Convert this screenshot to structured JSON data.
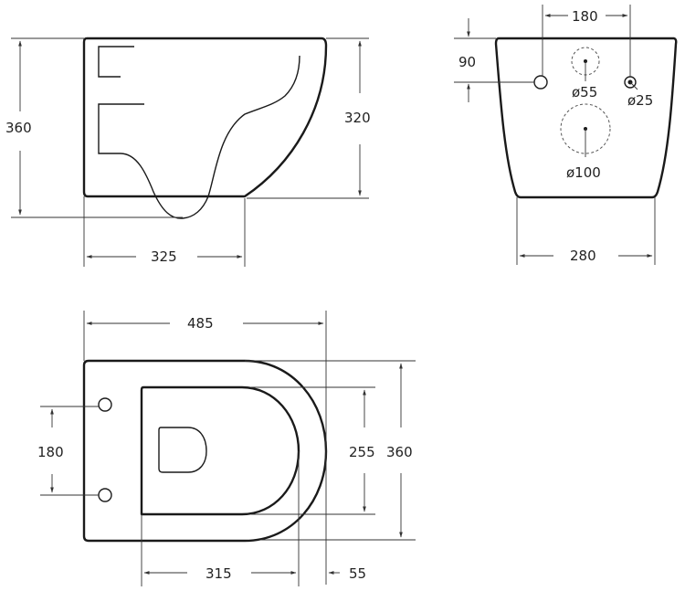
{
  "diagram": {
    "type": "technical-drawing",
    "subject": "wall-hung toilet dimensions",
    "units": "mm",
    "colors": {
      "line": "#1a1a1a",
      "dimension": "#333333",
      "background": "#ffffff"
    }
  },
  "side_view": {
    "total_height_label": "360",
    "bowl_height_label": "320",
    "base_length_label": "325"
  },
  "back_view": {
    "bolt_spacing_label": "180",
    "inlet_offset_label": "90",
    "inlet_diameter_label": "ø55",
    "bolt_diameter_label": "ø25",
    "outlet_diameter_label": "ø100",
    "bottom_width_label": "280"
  },
  "top_view": {
    "total_length_label": "485",
    "bolt_spacing_label": "180",
    "seat_width_label": "255",
    "total_width_label": "360",
    "seat_length_label": "315",
    "rim_offset_label": "55"
  }
}
